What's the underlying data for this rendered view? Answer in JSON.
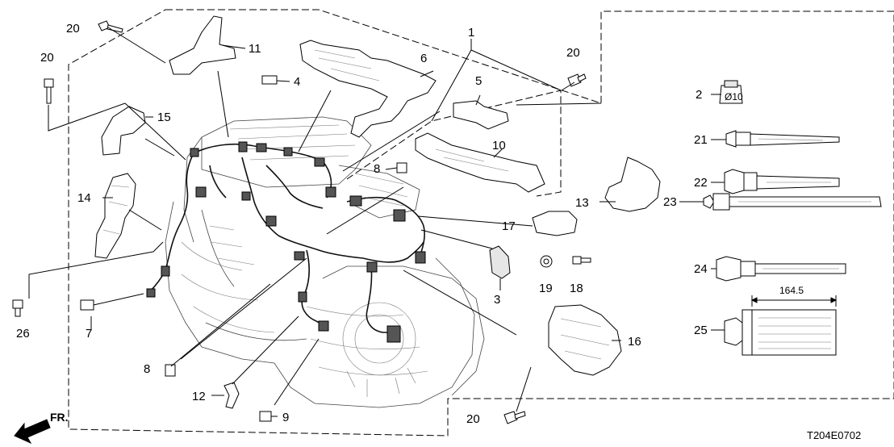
{
  "diagram": {
    "code": "T204E0702",
    "direction": "FR.",
    "dimension": "164.5",
    "callouts": [
      "1",
      "2",
      "3",
      "4",
      "5",
      "6",
      "7",
      "8",
      "8",
      "9",
      "10",
      "11",
      "12",
      "13",
      "14",
      "15",
      "16",
      "17",
      "18",
      "19",
      "20",
      "20",
      "20",
      "20",
      "21",
      "22",
      "23",
      "24",
      "25",
      "26"
    ],
    "clip_marking": "Ø10"
  }
}
